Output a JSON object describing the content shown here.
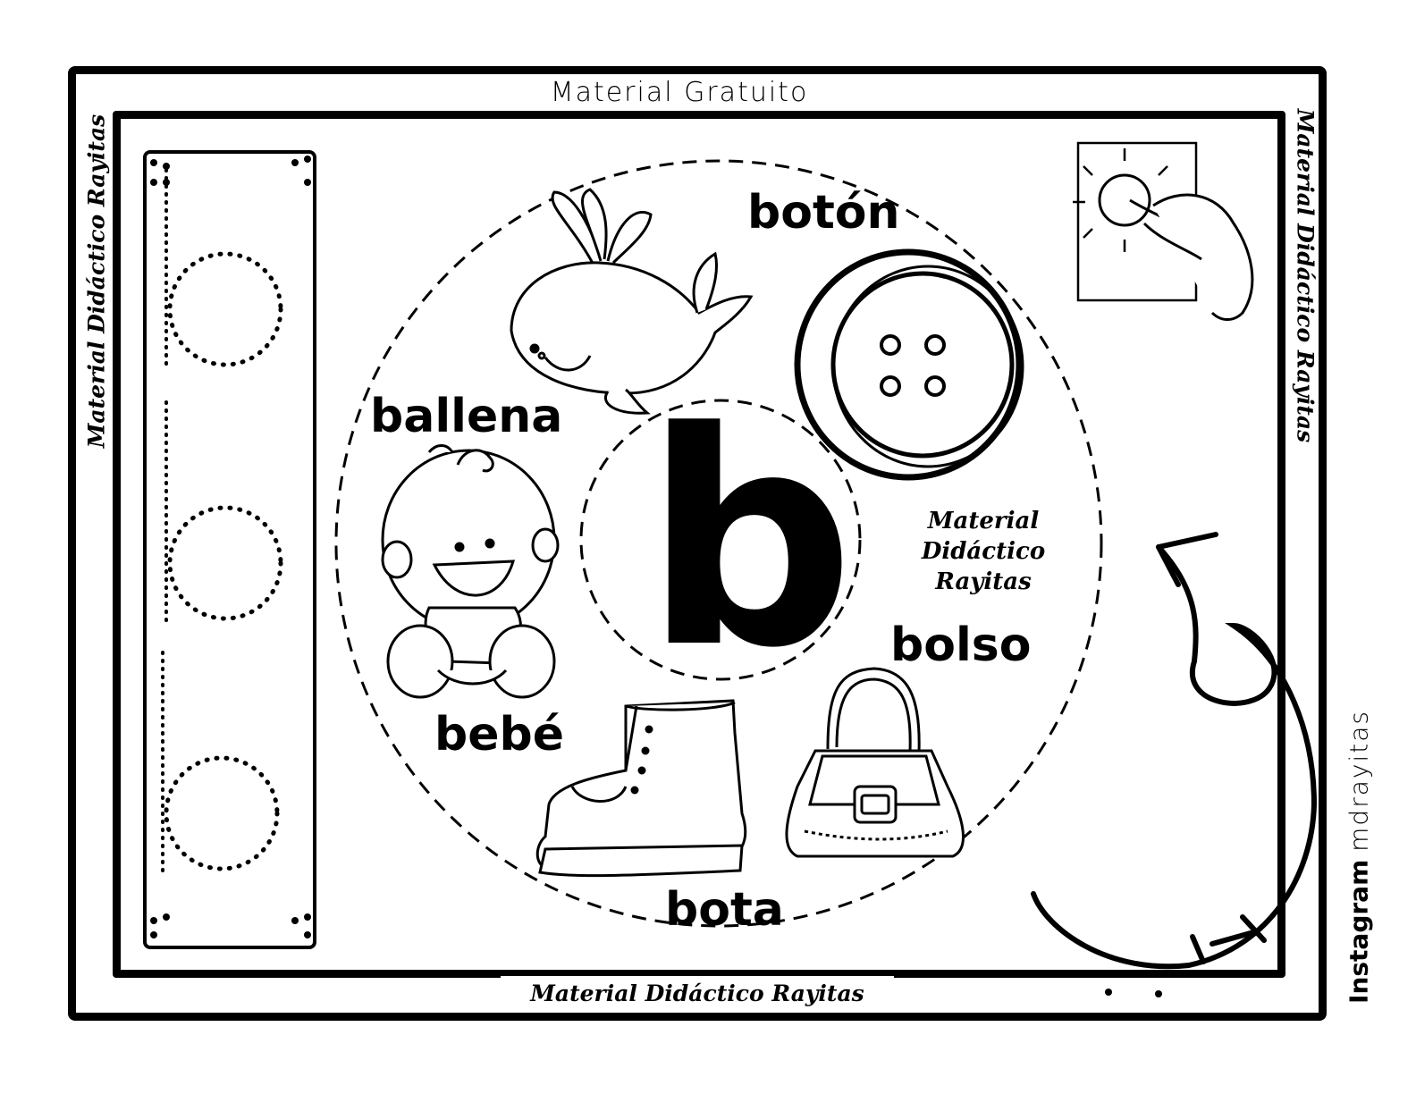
{
  "header": {
    "title": "Material Gratuito"
  },
  "footer": {
    "brand": "Material Didáctico Rayitas"
  },
  "sides": {
    "left_brand": "Material Didáctico Rayitas",
    "right_brand": "Material Didáctico Rayitas"
  },
  "social": {
    "platform": "Instagram",
    "handle": "mdrayitas"
  },
  "center": {
    "letter": "b",
    "brand_lines": [
      "Material",
      "Didáctico",
      "Rayitas"
    ]
  },
  "words": {
    "boton": "botón",
    "ballena": "ballena",
    "bebe": "bebé",
    "bota": "bota",
    "bolso": "bolso"
  },
  "icons": [
    "whale-icon",
    "button-icon",
    "baby-icon",
    "boot-icon",
    "bag-icon",
    "touch-instruction-icon",
    "stroke-order-arrow-icon",
    "tracing-letter-b-icon"
  ]
}
